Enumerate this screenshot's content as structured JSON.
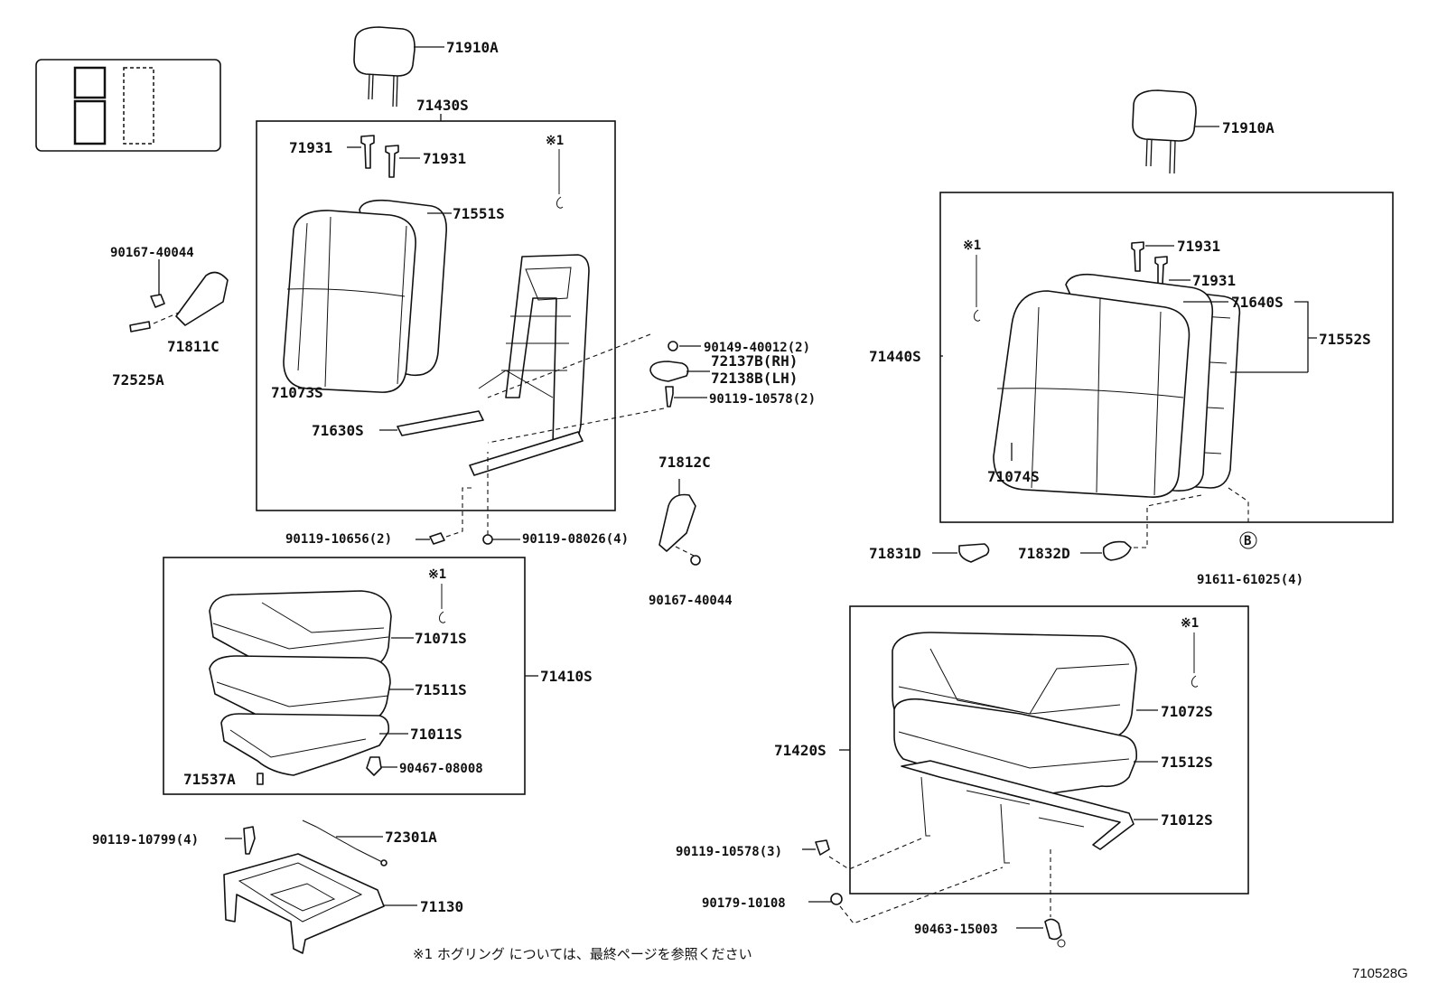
{
  "labels": {
    "p71910A_l": "71910A",
    "p71430S": "71430S",
    "p71931_l1": "71931",
    "p71931_l2": "71931",
    "p71551S": "71551S",
    "p71073S": "71073S",
    "p71630S": "71630S",
    "p90167_a": "90167-40044",
    "p71811C": "71811C",
    "p72525A": "72525A",
    "p90149": "90149-40012(2)",
    "p72137B": "72137B(RH)",
    "p72138B": "72138B(LH)",
    "p90119_10578a": "90119-10578(2)",
    "p71812C": "71812C",
    "p90119_10656": "90119-10656(2)",
    "p90119_08026": "90119-08026(4)",
    "p90167_b": "90167-40044",
    "p71071S": "71071S",
    "p71511S": "71511S",
    "p71410S": "71410S",
    "p71011S": "71011S",
    "p90467": "90467-08008",
    "p71537A": "71537A",
    "p90119_10799": "90119-10799(4)",
    "p72301A": "72301A",
    "p71130": "71130",
    "p71910A_r": "71910A",
    "p71931_r1": "71931",
    "p71931_r2": "71931",
    "p71640S": "71640S",
    "p71552S": "71552S",
    "p71440S": "71440S",
    "p71074S": "71074S",
    "p71831D": "71831D",
    "p71832D": "71832D",
    "p91611": "91611-61025(4)",
    "p71072S": "71072S",
    "p71420S": "71420S",
    "p71512S": "71512S",
    "p71012S": "71012S",
    "p90119_10578b": "90119-10578(3)",
    "p90179": "90179-10108",
    "p90463": "90463-15003"
  },
  "marks": {
    "note1": "※1",
    "note2": "※1",
    "note3": "※1",
    "note4": "※1",
    "b_circle": "B"
  },
  "footer": {
    "note": "※1 ホグリング については、最終ページを参照ください",
    "ref": "710528G"
  }
}
